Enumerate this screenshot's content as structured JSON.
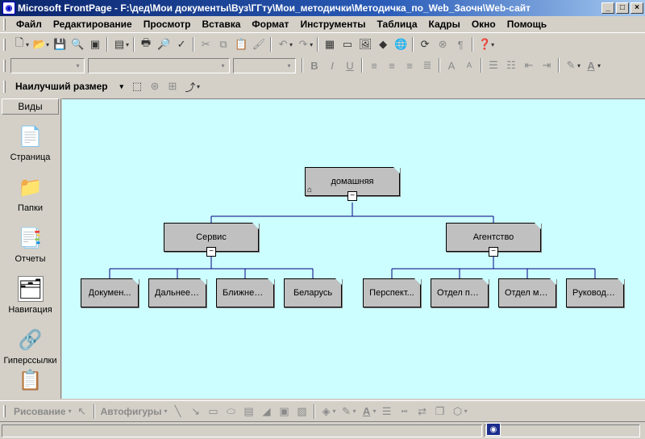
{
  "window": {
    "title": "Microsoft FrontPage - F:\\дед\\Мои документы\\Вуз\\ГГту\\Мои_методички\\Методичка_по_Web_Заочн\\Web-сайт",
    "minimize": "_",
    "maximize": "□",
    "close": "×"
  },
  "menu": [
    "Файл",
    "Редактирование",
    "Просмотр",
    "Вставка",
    "Формат",
    "Инструменты",
    "Таблица",
    "Кадры",
    "Окно",
    "Помощь"
  ],
  "format_toolbar": {
    "style_value": "",
    "font_value": "",
    "size_value": ""
  },
  "navigation_toolbar": {
    "size_label": "Наилучший размер"
  },
  "views": {
    "header": "Виды",
    "items": [
      {
        "label": "Страница",
        "icon": "page-icon"
      },
      {
        "label": "Папки",
        "icon": "folder-icon"
      },
      {
        "label": "Отчеты",
        "icon": "reports-icon"
      },
      {
        "label": "Навигация",
        "icon": "navigation-icon"
      },
      {
        "label": "Гиперссылки",
        "icon": "hyperlinks-icon"
      }
    ],
    "active": "Навигация"
  },
  "navigation_tree": {
    "root": "домашняя",
    "level1": [
      "Сервис",
      "Агентство"
    ],
    "level2": [
      [
        "Докумен...",
        "Дальнее ...",
        "Ближнее ...",
        "Беларусь"
      ],
      [
        "Перспект...",
        "Отдел пр...",
        "Отдел ма...",
        "Руководс..."
      ]
    ]
  },
  "drawing_toolbar": {
    "drawing_label": "Рисование",
    "autoshapes_label": "Автофигуры"
  },
  "colors": {
    "canvas": "#ccfeff",
    "node": "#c0c0c0",
    "connector": "#000080",
    "titlebar": "#0a246a"
  }
}
